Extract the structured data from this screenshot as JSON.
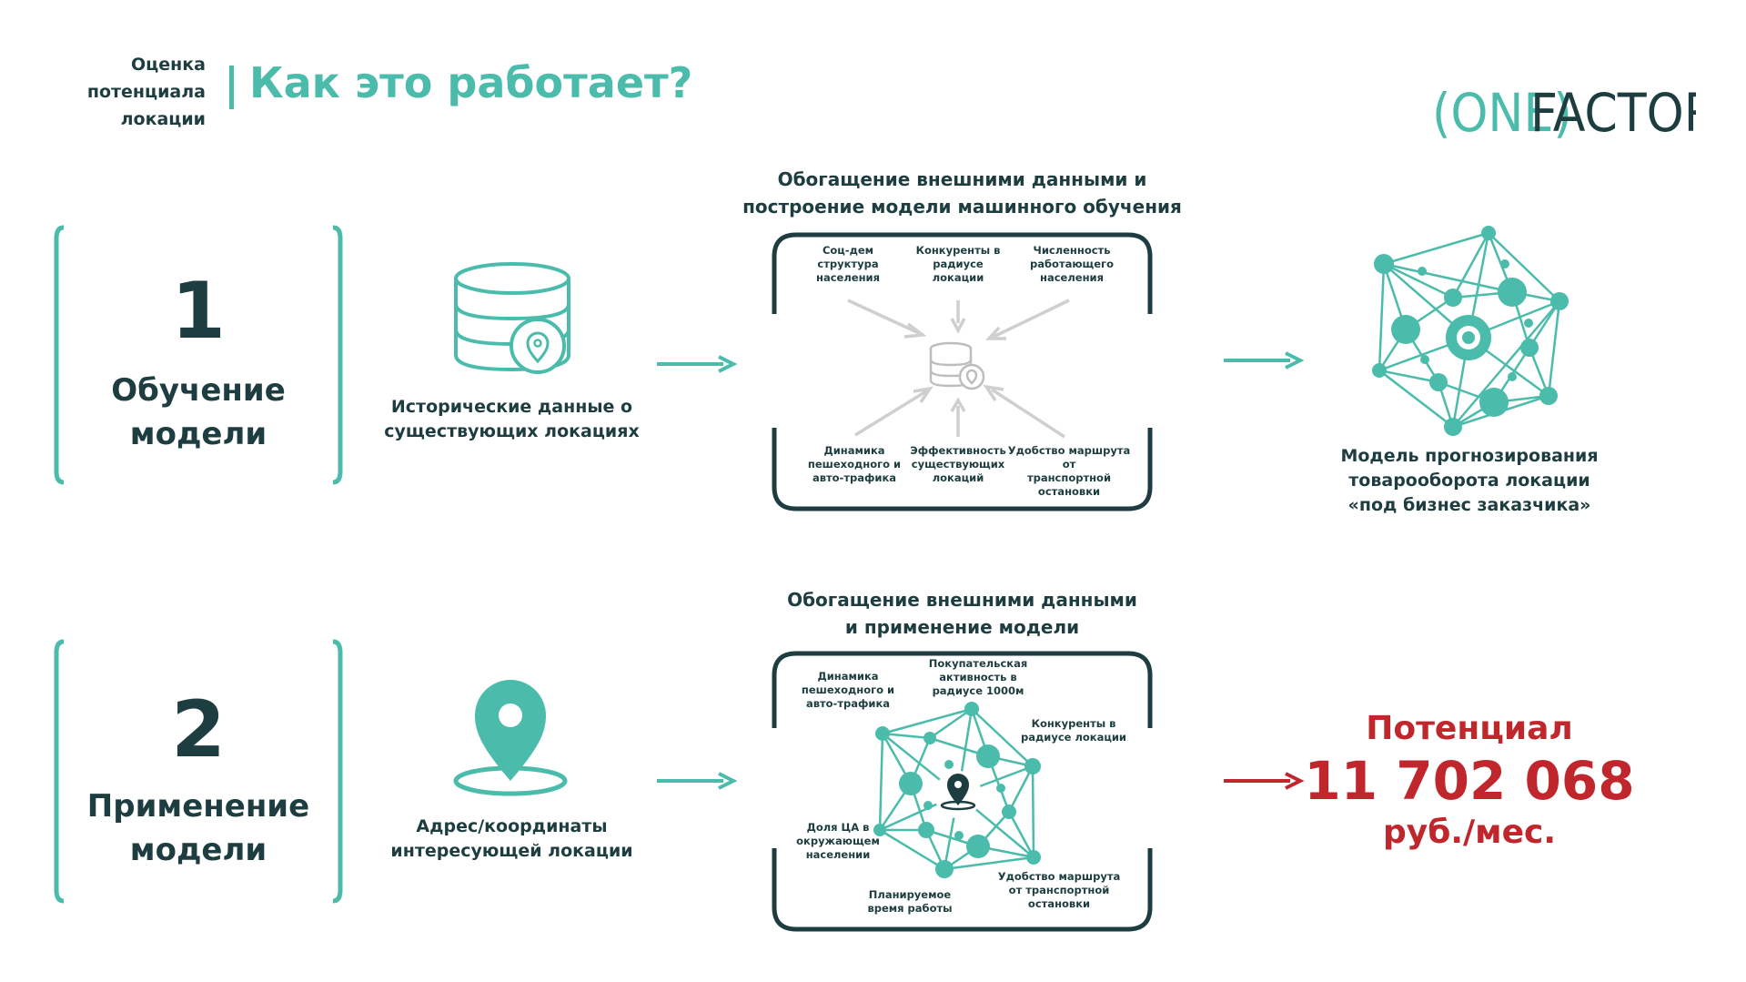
{
  "header": {
    "subtitle_lines": [
      "Оценка",
      "потенциала",
      "локации"
    ],
    "title": "Как это работает?"
  },
  "logo": {
    "part1": "(ONE)",
    "part2": "FACTOR"
  },
  "step1": {
    "number": "1",
    "label_lines": [
      "Обучение",
      "модели"
    ],
    "input_caption_lines": [
      "Исторические данные о",
      "существующих локациях"
    ],
    "box_title_lines": [
      "Обогащение внешними данными и",
      "построение модели машинного обучения"
    ],
    "factors": {
      "socdem": [
        "Соц-дем",
        "структура",
        "населения"
      ],
      "competitors": [
        "Конкуренты в",
        "радиусе",
        "локации"
      ],
      "workers": [
        "Численность",
        "работающего",
        "населения"
      ],
      "traffic": [
        "Динамика",
        "пешеходного и",
        "авто-трафика"
      ],
      "efficiency": [
        "Эффективность",
        "существующих",
        "локаций"
      ],
      "route": [
        "Удобство маршрута от",
        "транспортной",
        "остановки"
      ]
    },
    "output_caption_lines": [
      "Модель прогнозирования",
      "товарооборота локации",
      "«под бизнес заказчика»"
    ]
  },
  "step2": {
    "number": "2",
    "label_lines": [
      "Применение",
      "модели"
    ],
    "input_caption_lines": [
      "Адрес/координаты",
      "интересующей локации"
    ],
    "box_title_lines": [
      "Обогащение внешними данными",
      "и применение модели"
    ],
    "factors": {
      "traffic": [
        "Динамика",
        "пешеходного и",
        "авто-трафика"
      ],
      "purchase": [
        "Покупательская",
        "активность в",
        "радиусе 1000м"
      ],
      "competitors": [
        "Конкуренты в",
        "радиусе локации"
      ],
      "ta_share": [
        "Доля ЦА в",
        "окружающем",
        "населении"
      ],
      "hours": [
        "Планируемое",
        "время работы"
      ],
      "route": [
        "Удобство маршрута",
        "от транспортной",
        "остановки"
      ]
    },
    "result": {
      "label": "Потенциал",
      "value": "11 702 068",
      "unit": "руб./мес."
    }
  },
  "colors": {
    "teal": "#4bbcab",
    "dark": "#1d3d40",
    "red": "#c0272d",
    "grey": "#c8c8c8"
  }
}
